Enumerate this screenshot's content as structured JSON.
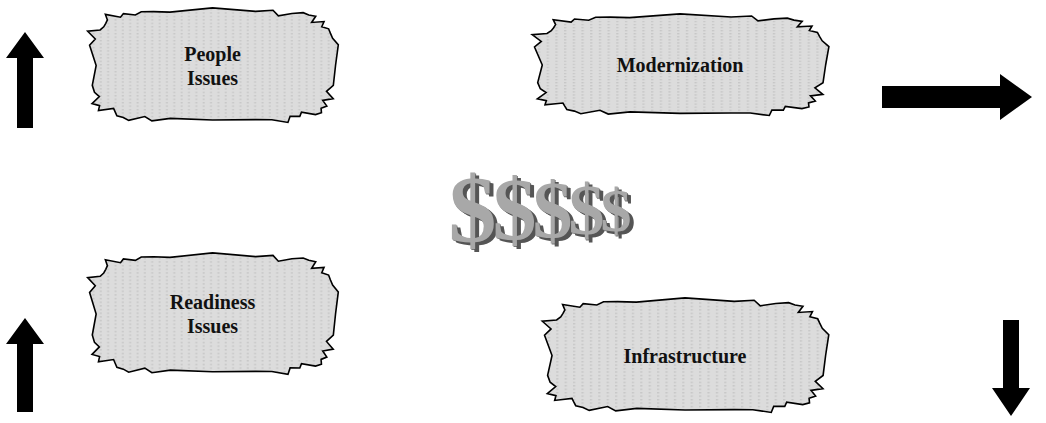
{
  "diagram": {
    "nodes": [
      {
        "text": [
          "People Issues"
        ]
      },
      {
        "text": [
          "Modernization"
        ]
      },
      {
        "text": [
          "Readiness Issues"
        ]
      },
      {
        "text": [
          "Infrastructure"
        ]
      }
    ],
    "labels": [
      "$",
      "$",
      "$",
      "$",
      "$"
    ]
  }
}
